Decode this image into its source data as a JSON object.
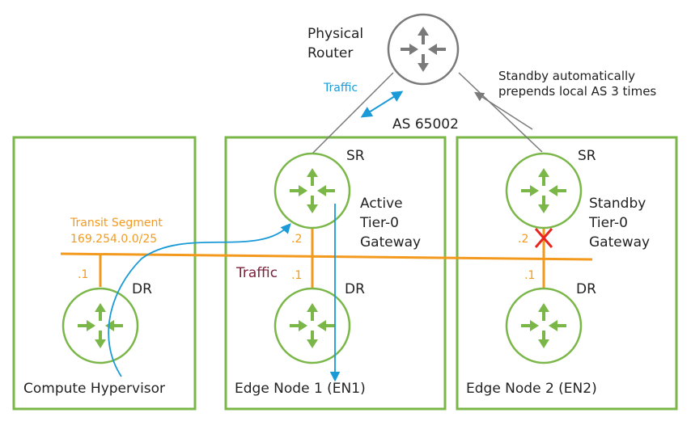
{
  "physical_router": {
    "label_line1": "Physical",
    "label_line2": "Router"
  },
  "standby_note": {
    "line1": "Standby automatically",
    "line2": "prepends local AS 3 times"
  },
  "top_traffic_label": "Traffic",
  "as_label": "AS 65002",
  "transit_segment": {
    "line1": "Transit Segment",
    "line2": "169.254.0.0/25"
  },
  "mid_traffic_label": "Traffic",
  "compute_box": {
    "dr_ip": ".1",
    "dr_label": "DR",
    "title": "Compute Hypervisor"
  },
  "edge1_box": {
    "sr_label": "SR",
    "role_line1": "Active",
    "role_line2": "Tier-0",
    "role_line3": "Gateway",
    "sr_ip": ".2",
    "dr_ip": ".1",
    "dr_label": "DR",
    "title": "Edge Node 1 (EN1)"
  },
  "edge2_box": {
    "sr_label": "SR",
    "role_line1": "Standby",
    "role_line2": "Tier-0",
    "role_line3": "Gateway",
    "sr_ip": ".2",
    "dr_ip": ".1",
    "dr_label": "DR",
    "title": "Edge Node 2 (EN2)"
  },
  "colors": {
    "box_green": "#7ab648",
    "router_green": "#7ab648",
    "transit_orange": "#f39a1e",
    "traffic_blue": "#1a9bd7",
    "traffic_maroon": "#7a1e3a",
    "fail_red": "#e8251f",
    "gray": "#7a7a7a"
  },
  "icons": [
    "router-icon",
    "failure-x-icon"
  ]
}
